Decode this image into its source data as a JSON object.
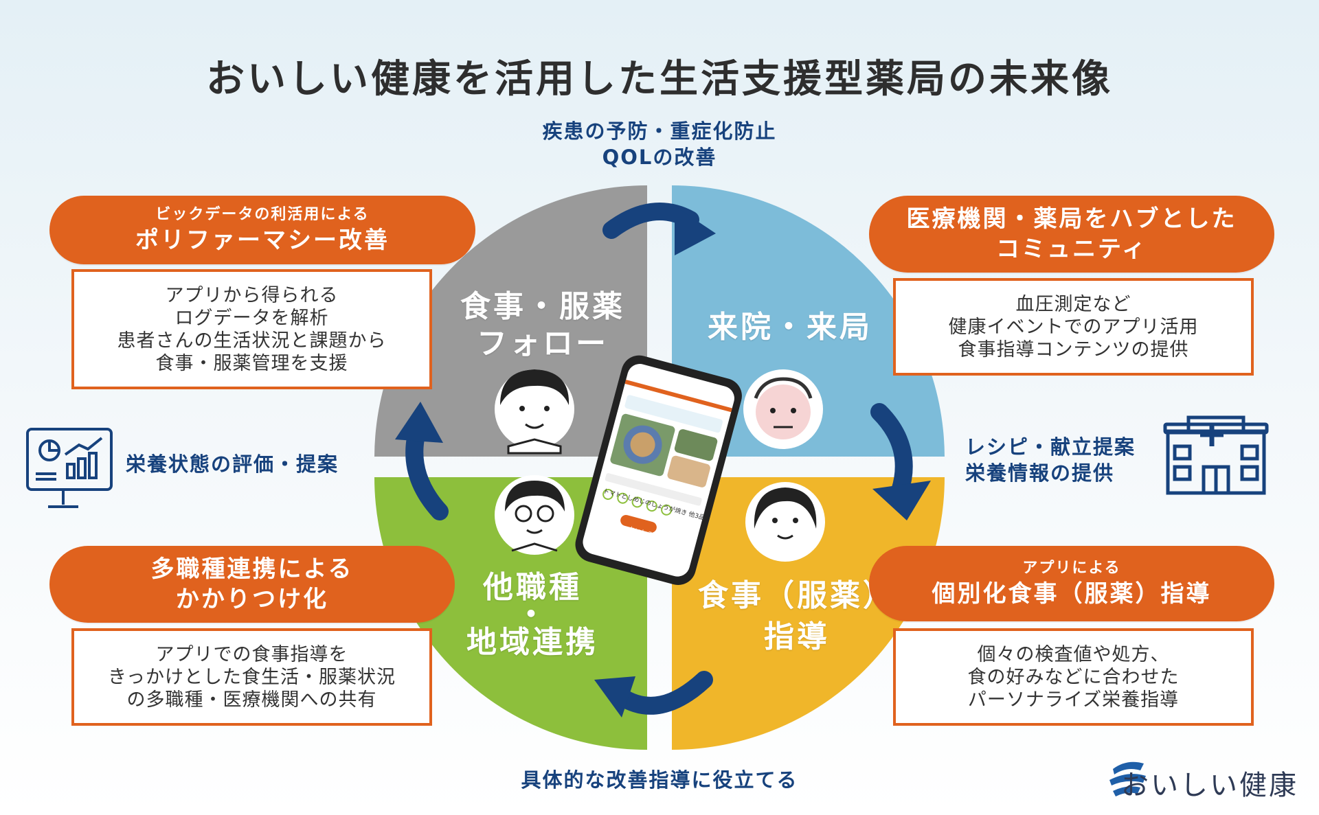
{
  "title": "おいしい健康を活用した生活支援型薬局の未来像",
  "top_caption": {
    "line1": "疾患の予防・重症化防止",
    "line2": "QOLの改善"
  },
  "bottom_caption": "具体的な改善指導に役立てる",
  "left_caption": "栄養状態の評価・提案",
  "right_caption": {
    "line1": "レシピ・献立提案",
    "line2": "栄養情報の提供"
  },
  "quadrants": {
    "top_left": {
      "line1": "食事・服薬",
      "line2": "フォロー"
    },
    "top_right": {
      "line1": "来院・来局"
    },
    "bottom_left": {
      "line1": "他職種",
      "line2": "・",
      "line3": "地域連携"
    },
    "bottom_right": {
      "line1": "食事（服薬）",
      "line2": "指導"
    }
  },
  "cards": {
    "top_left": {
      "pill_small": "ビックデータの利活用による",
      "pill_big": "ポリファーマシー改善",
      "lines": [
        "アプリから得られる",
        "ログデータを解析",
        "患者さんの生活状況と課題から",
        "食事・服薬管理を支援"
      ]
    },
    "top_right": {
      "pill_line1": "医療機関・薬局をハブとした",
      "pill_line2": "コミュニティ",
      "lines": [
        "血圧測定など",
        "健康イベントでのアプリ活用",
        "食事指導コンテンツの提供"
      ]
    },
    "bottom_left": {
      "pill_line1": "多職種連携による",
      "pill_line2": "かかりつけ化",
      "lines": [
        "アプリでの食事指導を",
        "きっかけとした食生活・服薬状況",
        "の多職種・医療機関への共有"
      ]
    },
    "bottom_right": {
      "pill_small": "アプリによる",
      "pill_big": "個別化食事（服薬）指導",
      "lines": [
        "個々の検査値や処方、",
        "食の好みなどに合わせた",
        "パーソナライズ栄養指導"
      ]
    }
  },
  "phone_screen": {
    "dish_title": "トマトとしめじのしょうが焼き 他3品",
    "button_label": "おいしそう"
  },
  "brand": "おいしい健康",
  "colors": {
    "accent_orange": "#e0621e",
    "navy": "#17427d",
    "quad_gray": "#9a9a9a",
    "quad_blue": "#7dbcd9",
    "quad_green": "#8dbf3c",
    "quad_yellow": "#f0b62a"
  },
  "icons": [
    "monitor-chart-icon",
    "hospital-icon",
    "cycle-arrow-icon",
    "smartphone-icon",
    "brand-logo-icon"
  ]
}
